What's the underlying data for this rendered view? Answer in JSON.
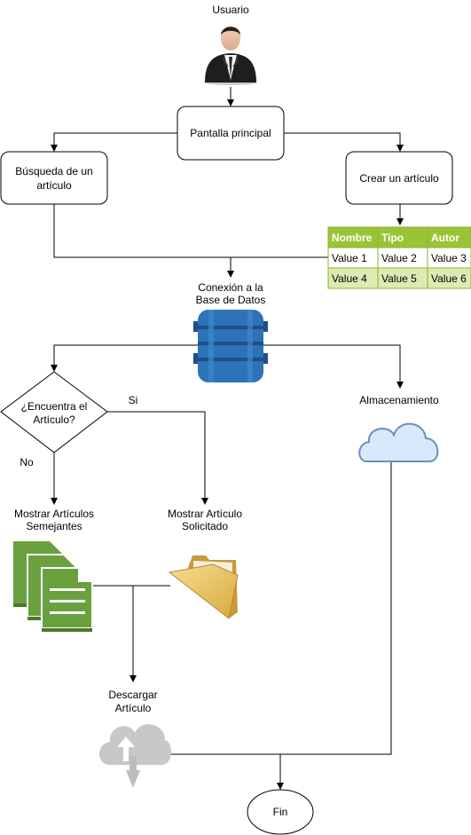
{
  "nodes": {
    "user": "Usuario",
    "main_screen": "Pantalla principal",
    "search": [
      "Búsqueda de un",
      "artículo"
    ],
    "create": "Crear un artículo",
    "db": [
      "Conexión a la",
      "Base de Datos"
    ],
    "decision": [
      "¿Encuentra el",
      "Artículo?"
    ],
    "yes": "Si",
    "no": "No",
    "similar": [
      "Mostrar Artículos",
      "Semejantes"
    ],
    "requested": [
      "Mostrar Artículo",
      "Solicitado"
    ],
    "storage": "Almacenamiento",
    "download": [
      "Descargar",
      "Artículo"
    ],
    "end": "Fin"
  },
  "table": {
    "headers": [
      "Nombre",
      "Tipo",
      "Autor"
    ],
    "rows": [
      [
        "Value 1",
        "Value 2",
        "Value 3"
      ],
      [
        "Value 4",
        "Value 5",
        "Value 6"
      ]
    ],
    "colors": {
      "header": "#9ac436",
      "row1": "#ffffff",
      "row2": "#dcebb2",
      "border": "#8ab32f",
      "header_text": "#ffffff"
    }
  },
  "colors": {
    "db": "#2e73b8",
    "db_dark": "#1f4e88",
    "cloud_fill": "#dae8fc",
    "cloud_stroke": "#6c8ebf",
    "doc_green": "#6aa13f",
    "doc_green_dark": "#4a7a2a",
    "folder": "#e8c46a",
    "download_cloud": "#c8c8c8"
  },
  "icons": [
    "user-icon",
    "database-icon",
    "cloud-icon",
    "documents-icon",
    "folder-icon",
    "cloud-download-icon"
  ]
}
